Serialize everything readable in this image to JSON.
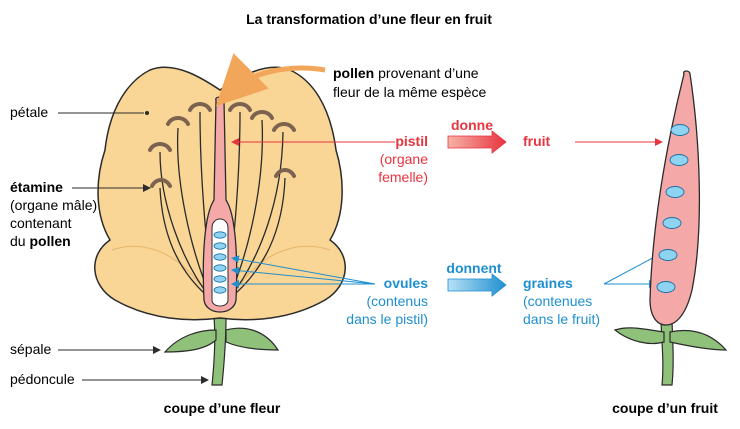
{
  "title": "La transformation d’une fleur en fruit",
  "pollen_note": {
    "bold": "pollen",
    "rest1": " provenant d’une",
    "line2": "fleur de la même espèce"
  },
  "left_labels": {
    "petale": "pétale",
    "etamine_bold": "étamine",
    "etamine_line2": "(organe mâle)",
    "etamine_line3": "contenant",
    "etamine_line4_prefix": "du ",
    "etamine_line4_bold": "pollen",
    "sepale": "sépale",
    "pedoncule": "pédoncule"
  },
  "pistil": {
    "label": "pistil",
    "line2": "(organe",
    "line3": "femelle)"
  },
  "ovules": {
    "label": "ovules",
    "line2": "(contenus",
    "line3": "dans le pistil)"
  },
  "transform_red": {
    "verb": "donne",
    "result": "fruit"
  },
  "transform_blue": {
    "verb": "donnent",
    "result": "graines",
    "line2": "(contenues",
    "line3": "dans le fruit)"
  },
  "captions": {
    "flower": "coupe d’une fleur",
    "fruit": "coupe d’un fruit"
  },
  "colors": {
    "red": "#e8343f",
    "blue": "#1f8fd0",
    "petal_fill": "#f9d596",
    "petal_stroke": "#2b2b2b",
    "pistil_fill": "#f4a8a8",
    "leaf": "#8fc17a",
    "ovule": "#8ed3f1",
    "pollen_arrow": "#f2a65a"
  }
}
